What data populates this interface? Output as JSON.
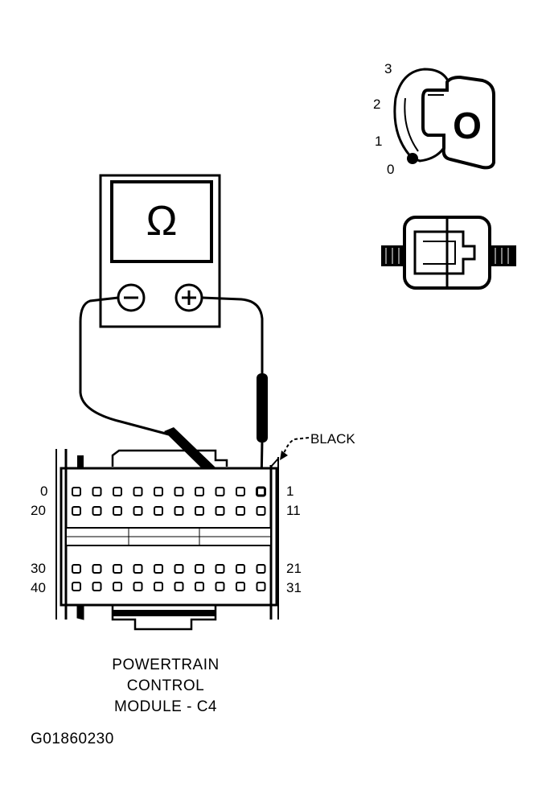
{
  "meter": {
    "display_symbol": "Ω",
    "neg_symbol": "−",
    "pos_symbol": "+"
  },
  "ignition": {
    "positions": [
      "3",
      "2",
      "1",
      "0"
    ],
    "key_letter": "O"
  },
  "connector": {
    "wire_color_label": "BLACK",
    "row_labels_left": [
      "0",
      "20",
      "30",
      "40"
    ],
    "row_labels_right": [
      "1",
      "11",
      "21",
      "31"
    ]
  },
  "caption": {
    "line1": "POWERTRAIN",
    "line2": "CONTROL",
    "line3": "MODULE - C4"
  },
  "figure_id": "G01860230"
}
